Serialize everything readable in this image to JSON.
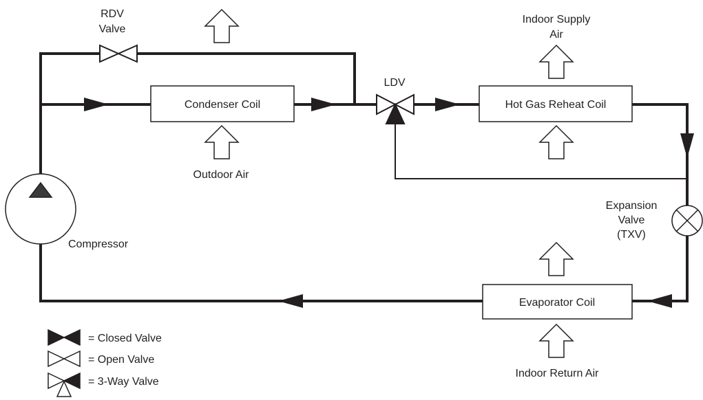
{
  "colors": {
    "line": "#231f20",
    "background": "#ffffff",
    "compressor_indicator": "#3a3a3a"
  },
  "labels": {
    "rdv_line1": "RDV",
    "rdv_line2": "Valve",
    "ldv": "LDV",
    "condenser_coil": "Condenser Coil",
    "hot_gas_reheat_coil": "Hot Gas Reheat Coil",
    "evaporator_coil": "Evaporator Coil",
    "outdoor_air": "Outdoor Air",
    "indoor_supply_line1": "Indoor Supply",
    "indoor_supply_line2": "Air",
    "indoor_return_air": "Indoor Return Air",
    "compressor": "Compressor",
    "expansion_line1": "Expansion",
    "expansion_line2": "Valve",
    "expansion_line3": "(TXV)"
  },
  "legend": [
    {
      "symbol": "closed-valve-icon",
      "text": "= Closed Valve"
    },
    {
      "symbol": "open-valve-icon",
      "text": "= Open Valve"
    },
    {
      "symbol": "three-way-valve-icon",
      "text": "= 3-Way Valve"
    }
  ]
}
